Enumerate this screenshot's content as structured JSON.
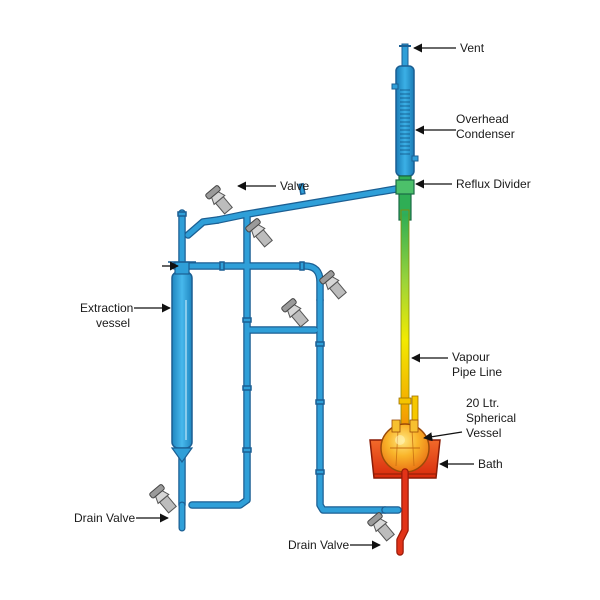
{
  "labels": {
    "vent": "Vent",
    "condenser": [
      "Overhead",
      "Condenser"
    ],
    "valve": "Valve",
    "reflux": "Reflux Divider",
    "extraction": [
      "Extraction",
      "vessel"
    ],
    "vapour": [
      "Vapour",
      "Pipe Line"
    ],
    "spherical": [
      "20 Ltr.",
      "Spherical",
      "Vessel"
    ],
    "bath": "Bath",
    "drain_left": "Drain Valve",
    "drain_bottom": "Drain Valve"
  },
  "colors": {
    "pipe": "#2f9fd8",
    "pipe_dark": "#1b5f93",
    "valve_body": "#bcbcbc",
    "vapour_gradient": [
      "#28a6d6",
      "#2cb34a",
      "#f2e800",
      "#f6a000",
      "#e02a10"
    ],
    "bath": "#e03610",
    "drain_red": "#e23318",
    "arrow": "#111111"
  }
}
